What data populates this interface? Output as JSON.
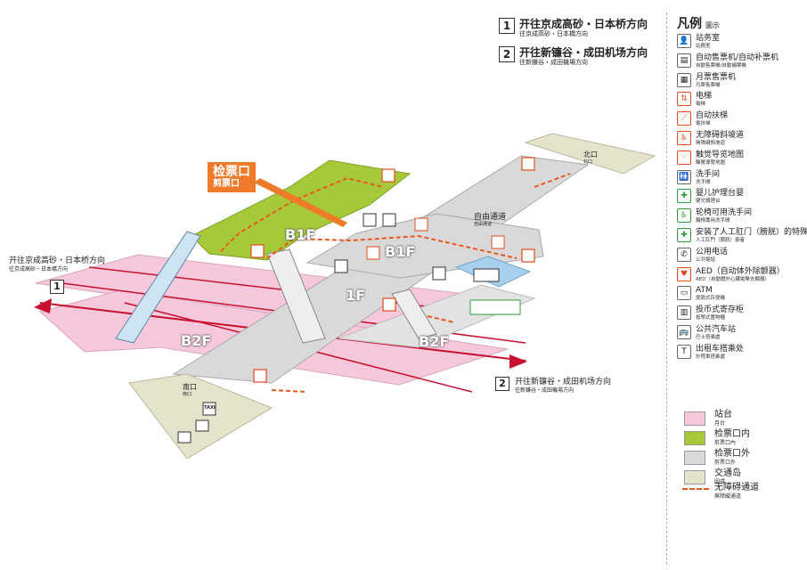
{
  "directions": {
    "dir1": {
      "num": "1",
      "zh": "开往京成高砂・日本桥方向",
      "jp": "往京成高砂・日本橋方向"
    },
    "dir2": {
      "num": "2",
      "zh": "开往新镰谷・成田机场方向",
      "jp": "往新鎌谷・成田機場方向"
    }
  },
  "map_labels": {
    "left_track_zh": "开往京成高砂・日本桥方向",
    "left_track_jp": "往京成高砂・日本橋方向",
    "right_track_zh": "开往新镰谷・成田机场方向",
    "right_track_jp": "往新鎌谷・成田機場方向",
    "track1": "1",
    "track2": "2",
    "ticket_gate": "检票口",
    "ticket_gate_sub": "剪票口",
    "north_exit": "北口",
    "north_exit_sub": "北口",
    "south_exit": "南口",
    "south_exit_sub": "南口",
    "free_passage": "自由通道",
    "free_passage_sub": "自由通道",
    "b1f_left": "B1F",
    "b1f_right": "B1F",
    "f1": "1F",
    "b2f_left": "B2F",
    "b2f_right": "B2F",
    "taxi": "TAXI"
  },
  "legend": {
    "title": "凡例",
    "title_sub": "圖示",
    "items": [
      {
        "zh": "站务室",
        "jp": "站務室",
        "icon": "station-office-icon",
        "glyph": "👤",
        "tone": "dark"
      },
      {
        "zh": "自动售票机/自动补票机",
        "jp": "自動售票機/自動補票機",
        "icon": "ticket-machine-icon",
        "glyph": "▤",
        "tone": "dark"
      },
      {
        "zh": "月票售票机",
        "jp": "月票售票機",
        "icon": "pass-machine-icon",
        "glyph": "▦",
        "tone": "dark"
      },
      {
        "zh": "电梯",
        "jp": "電梯",
        "icon": "elevator-icon",
        "glyph": "⇅",
        "tone": "red"
      },
      {
        "zh": "自动扶梯",
        "jp": "電扶梯",
        "icon": "escalator-icon",
        "glyph": "⟋",
        "tone": "red"
      },
      {
        "zh": "无障碍斜坡道",
        "jp": "無障礙斜坡道",
        "icon": "ramp-icon",
        "glyph": "♿",
        "tone": "red"
      },
      {
        "zh": "触觉导览地图",
        "jp": "觸覺導覽地圖",
        "icon": "tactile-map-icon",
        "glyph": "⁘",
        "tone": "red"
      },
      {
        "zh": "洗手间",
        "jp": "洗手間",
        "icon": "restroom-icon",
        "glyph": "🚻",
        "tone": "dark"
      },
      {
        "zh": "婴儿护理台婴",
        "jp": "嬰兒護理台",
        "icon": "baby-care-icon",
        "glyph": "✚",
        "tone": "green"
      },
      {
        "zh": "轮椅可用洗手间",
        "jp": "輪椅專用洗手間",
        "icon": "wheelchair-toilet-icon",
        "glyph": "♿",
        "tone": "green"
      },
      {
        "zh": "安装了人工肛门（膀胱）的特殊人群",
        "jp": "人工肛門（膀胱）患者",
        "icon": "ostomate-icon",
        "glyph": "✚",
        "tone": "green"
      },
      {
        "zh": "公用电话",
        "jp": "公共電話",
        "icon": "phone-icon",
        "glyph": "✆",
        "tone": "dark"
      },
      {
        "zh": "AED（自动体外除颤器）",
        "jp": "AED（自動體外心臟電擊去顫器）",
        "icon": "aed-icon",
        "glyph": "♥",
        "tone": "red"
      },
      {
        "zh": "ATM",
        "jp": "提款式存提機",
        "icon": "atm-icon",
        "glyph": "▭",
        "tone": "dark"
      },
      {
        "zh": "投币式寄存柜",
        "jp": "投幣式置物櫃",
        "icon": "locker-icon",
        "glyph": "▥",
        "tone": "dark"
      },
      {
        "zh": "公共汽车站",
        "jp": "巴士搭乘處",
        "icon": "bus-icon",
        "glyph": "🚌",
        "tone": "dark"
      },
      {
        "zh": "出租车搭乘处",
        "jp": "計程車搭乘處",
        "icon": "taxi-icon",
        "glyph": "T",
        "tone": "dark"
      }
    ],
    "areas": [
      {
        "zh": "站台",
        "jp": "月台",
        "color": "#f7c7dc"
      },
      {
        "zh": "检票口内",
        "jp": "剪票口內",
        "color": "#a6c93a"
      },
      {
        "zh": "检票口外",
        "jp": "剪票口外",
        "color": "#d9d9d9"
      },
      {
        "zh": "交通岛",
        "jp": "圓環",
        "color": "#e5e3cc"
      }
    ],
    "barrier_free": {
      "zh": "无障碍通道",
      "jp": "無障礙通道",
      "color": "#e85a1c"
    }
  },
  "colors": {
    "platform": "#f7c7dc",
    "inside_gate": "#a6c93a",
    "outside_gate": "#d9d9d9",
    "traffic_island": "#e5e3cc",
    "track": "#c8102e",
    "accent": "#ef7b2a"
  }
}
